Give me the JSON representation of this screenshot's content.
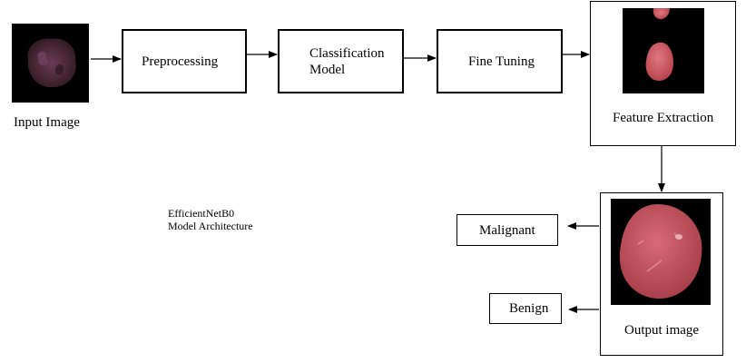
{
  "nodes": {
    "input": {
      "label": "Input Image"
    },
    "preprocessing": {
      "label": "Preprocessing"
    },
    "classification": {
      "label_line1": "Classification",
      "label_line2": "Model"
    },
    "fine_tuning": {
      "label": "Fine Tuning"
    },
    "feature_extraction": {
      "label": "Feature Extraction"
    },
    "output": {
      "label": "Output image"
    },
    "malignant": {
      "label": "Malignant"
    },
    "benign": {
      "label": "Benign"
    }
  },
  "annotation": {
    "line1": "EfficientNetB0",
    "line2": "Model Architecture"
  },
  "colors": {
    "lesion_dark": "#4a2836",
    "lesion_pink": "#c9565f",
    "background": "#000000"
  },
  "edges": [
    {
      "from": "input",
      "to": "preprocessing"
    },
    {
      "from": "preprocessing",
      "to": "classification"
    },
    {
      "from": "classification",
      "to": "fine_tuning"
    },
    {
      "from": "fine_tuning",
      "to": "feature_extraction"
    },
    {
      "from": "feature_extraction",
      "to": "output"
    },
    {
      "from": "output",
      "to": "malignant"
    },
    {
      "from": "output",
      "to": "benign"
    }
  ]
}
